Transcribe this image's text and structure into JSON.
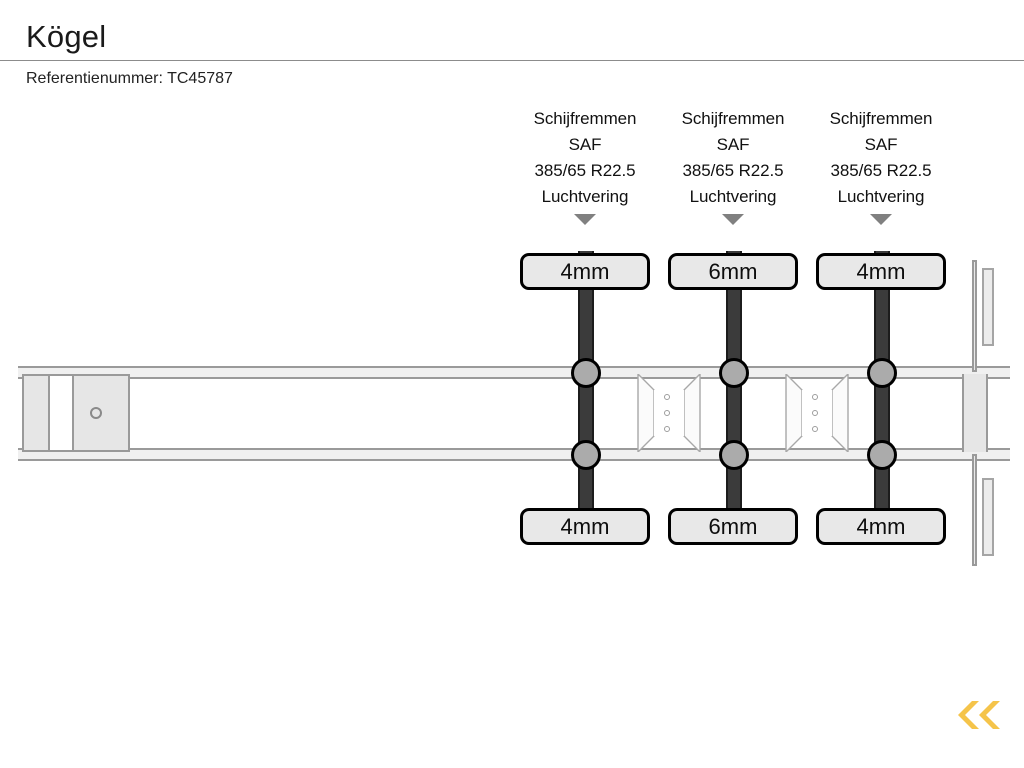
{
  "header": {
    "title": "Kögel",
    "reference_label": "Referentienummer: TC45787"
  },
  "diagram": {
    "vehicle_type": "semi-trailer-top-view",
    "axles": [
      {
        "id": "axle-1",
        "spec_lines": [
          "Schijfremmen",
          "SAF",
          "385/65 R22.5",
          "Luchtvering"
        ],
        "brake_type": "Schijfremmen",
        "brand": "SAF",
        "tire_size": "385/65 R22.5",
        "suspension": "Luchtvering",
        "tread_left": "4mm",
        "tread_right": "4mm"
      },
      {
        "id": "axle-2",
        "spec_lines": [
          "Schijfremmen",
          "SAF",
          "385/65 R22.5",
          "Luchtvering"
        ],
        "brake_type": "Schijfremmen",
        "brand": "SAF",
        "tire_size": "385/65 R22.5",
        "suspension": "Luchtvering",
        "tread_left": "6mm",
        "tread_right": "6mm"
      },
      {
        "id": "axle-3",
        "spec_lines": [
          "Schijfremmen",
          "SAF",
          "385/65 R22.5",
          "Luchtvering"
        ],
        "brake_type": "Schijfremmen",
        "brand": "SAF",
        "tire_size": "385/65 R22.5",
        "suspension": "Luchtvering",
        "tread_left": "4mm",
        "tread_right": "4mm"
      }
    ],
    "icons": {
      "axle_pointer": "triangle-down-icon",
      "kingpin": "kingpin-circle-icon",
      "wheel_hub": "wheel-hub-icon"
    }
  },
  "footer": {
    "nav_icon": "double-chevron-left-icon"
  },
  "colors": {
    "accent": "#F5C44A",
    "rail_fill": "#F0F0F0",
    "rail_border": "#9A9A9A",
    "axle_bar": "#3B3B3B",
    "hub_fill": "#ABABAB",
    "badge_fill": "#E8E8E8",
    "badge_border": "#000000",
    "pointer": "#808080",
    "text": "#111111"
  }
}
